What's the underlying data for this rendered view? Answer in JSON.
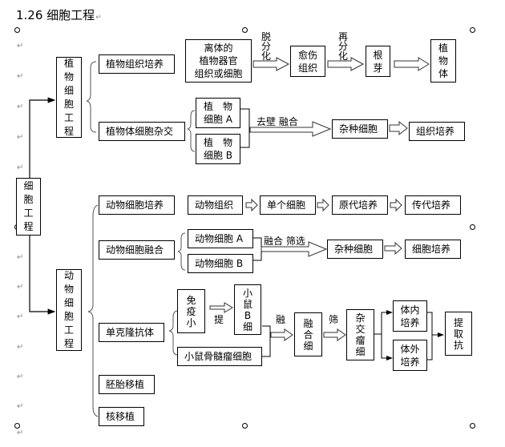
{
  "title": "1.26 细胞工程",
  "root": "细胞工程",
  "plant": {
    "branch": "植物细胞工程",
    "tissue_culture": {
      "label": "植物组织培养",
      "steps": [
        "离体的植物器官组织或细胞",
        "愈伤组织",
        "根芽",
        "植物体"
      ],
      "step_lines": [
        [
          "离体的",
          "植物器官",
          "组织或细胞"
        ],
        [
          "愈伤",
          "组织"
        ],
        [
          "根",
          "芽"
        ],
        [
          "植",
          "物",
          "体"
        ]
      ],
      "arrow_labels": [
        "脱分化",
        "再分化"
      ]
    },
    "hybridization": {
      "label": "植物体细胞杂交",
      "cell_a": [
        "植　物",
        "细胞 A"
      ],
      "cell_b": [
        "植　物",
        "细胞 B"
      ],
      "arrow_label": "去壁 融合",
      "hybrid": "杂种细胞",
      "next": "组织培养"
    }
  },
  "animal": {
    "branch": "动物细胞工程",
    "culture": {
      "label": "动物细胞培养",
      "steps": [
        "动物组织",
        "单个细胞",
        "原代培养",
        "传代培养"
      ]
    },
    "fusion": {
      "label": "动物细胞融合",
      "cell_a": "动物细胞 A",
      "cell_b": "动物细胞 B",
      "arrow_label": "融合 筛选",
      "hybrid": "杂种细胞",
      "next": "细胞培养"
    },
    "monoclonal": {
      "label": "单克隆抗体",
      "immune": "免疫小",
      "extract_label": "提",
      "b_cell": "小鼠B细",
      "myeloma": "小鼠骨髓瘤细胞",
      "fuse_label": "融",
      "fused": "融合细",
      "screen_label": "筛",
      "hybridoma": "杂交瘤细",
      "in_vivo": [
        "体内",
        "培养"
      ],
      "in_vitro": [
        "体外",
        "培养"
      ],
      "extract": "提取抗"
    },
    "embryo_transfer": "胚胎移植",
    "nuclear_transfer": "核移植"
  },
  "para_mark": "↵"
}
